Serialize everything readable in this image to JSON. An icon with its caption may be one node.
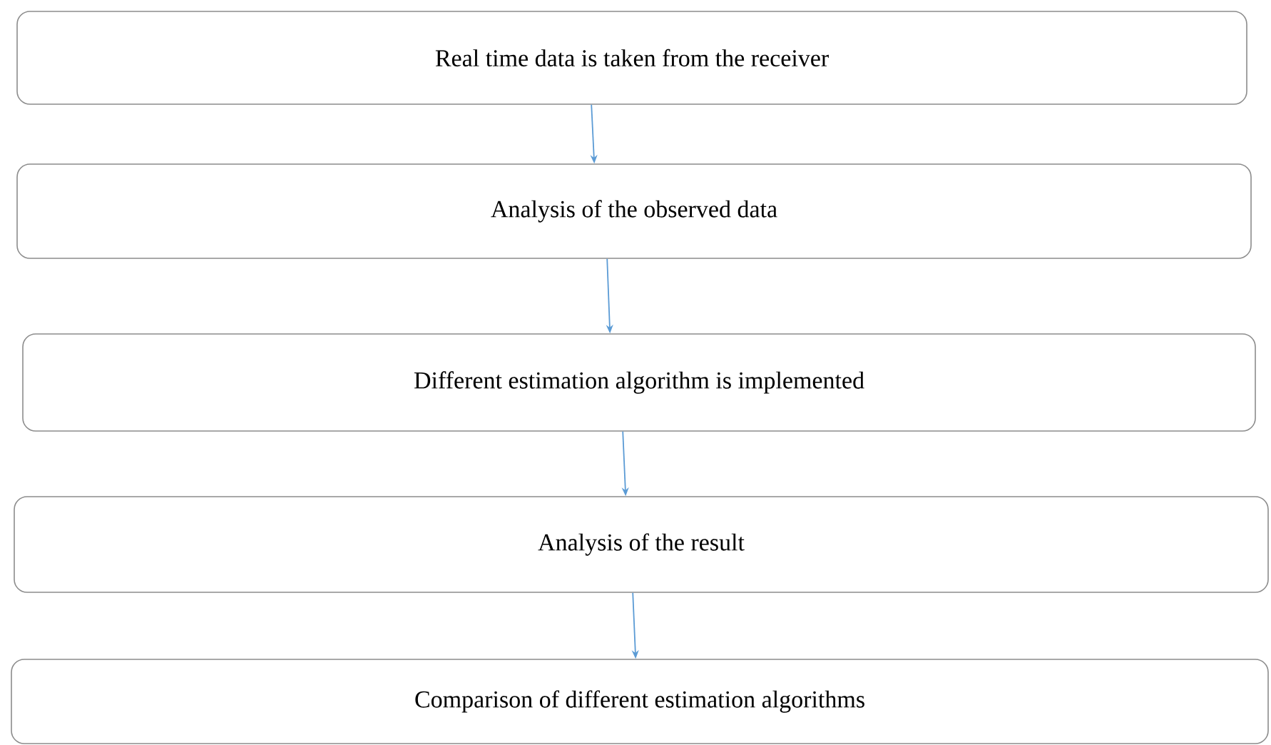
{
  "diagram": {
    "nodes": [
      {
        "text": [
          "Real time data is taken from the receiver"
        ]
      },
      {
        "text": [
          "Analysis of the observed data"
        ]
      },
      {
        "text": [
          "Different estimation algorithm is implemented"
        ]
      },
      {
        "text": [
          "Analysis of the result"
        ]
      },
      {
        "text": [
          "Comparison of different estimation algorithms"
        ]
      }
    ],
    "edges": [
      {
        "from": 0,
        "to": 1,
        "arrow": "to"
      },
      {
        "from": 1,
        "to": 2,
        "arrow": "to"
      },
      {
        "from": 2,
        "to": 3,
        "arrow": "to"
      },
      {
        "from": 3,
        "to": 4,
        "arrow": "to"
      }
    ]
  }
}
